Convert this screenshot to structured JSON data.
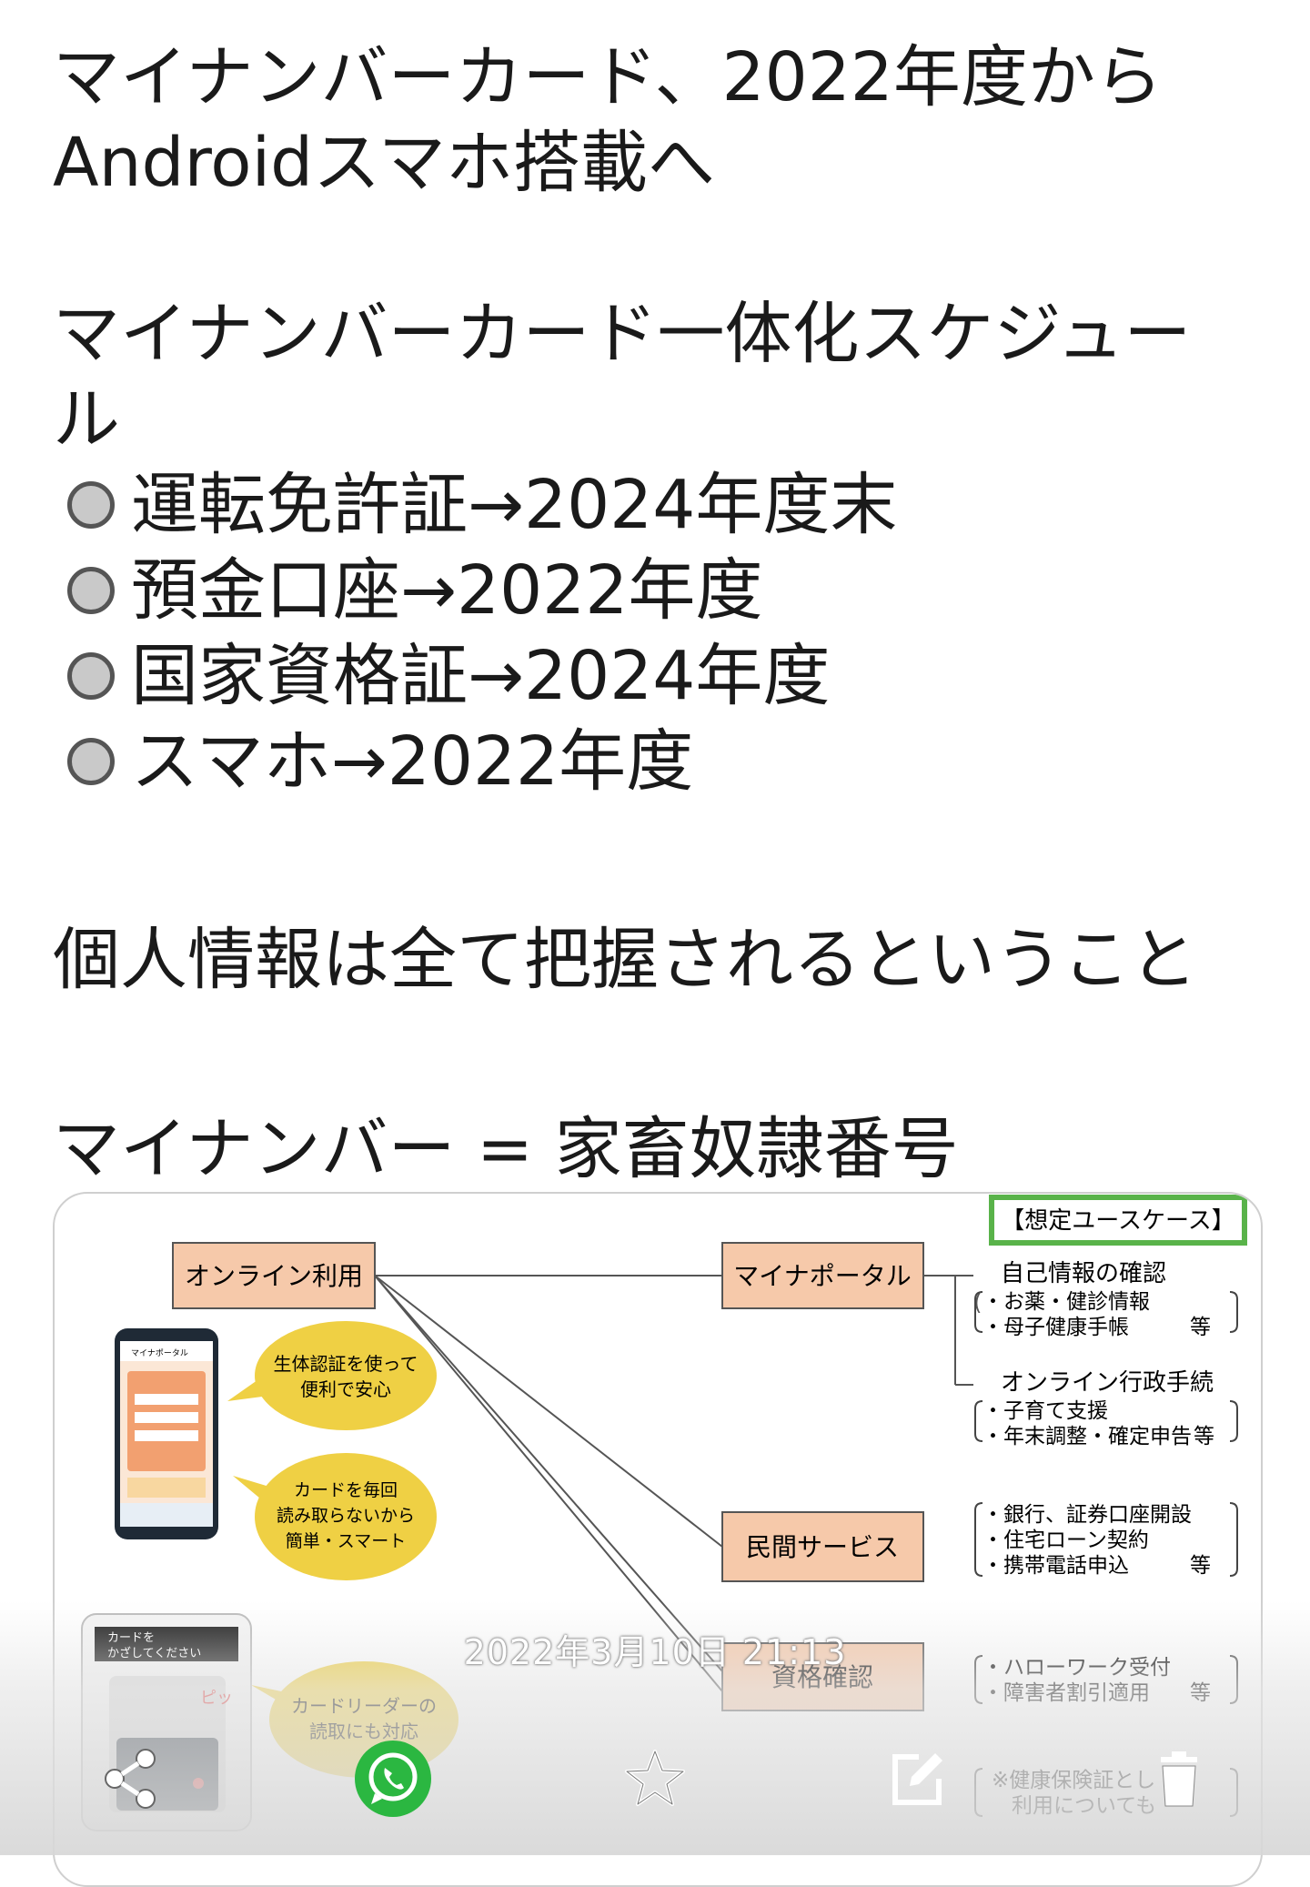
{
  "post": {
    "title_lines": [
      "マイナンバーカード、2022年度から",
      "Androidスマホ搭載へ"
    ],
    "schedule_heading_lines": [
      "マイナンバーカード一体化スケジュー",
      "ル"
    ],
    "schedule_items": [
      {
        "label": "運転免許証→2024年度末"
      },
      {
        "label": "預金口座→2022年度"
      },
      {
        "label": "国家資格証→2024年度"
      },
      {
        "label": "スマホ→2022年度"
      }
    ],
    "statement": "個人情報は全て把握されるということ",
    "conclusion": "マイナンバー = 家畜奴隷番号"
  },
  "diagram": {
    "badge": "【想定ユースケース】",
    "online_use": "オンライン利用",
    "myna_portal": "マイナポータル",
    "private_service": "民間サービス",
    "qualification": "資格確認",
    "self_info": "自己情報の確認",
    "self_info_items": [
      "・お薬・健診情報",
      "・母子健康手帳"
    ],
    "self_info_etc": "等",
    "online_admin": "オンライン行政手続",
    "online_admin_items": [
      "・子育て支援",
      "・年末調整・確定申告"
    ],
    "online_admin_etc": "等",
    "private_items": [
      "・銀行、証券口座開設",
      "・住宅ローン契約",
      "・携帯電話申込"
    ],
    "private_etc": "等",
    "qual_items": [
      "・ハローワーク受付",
      "・障害者割引適用"
    ],
    "qual_etc": "等",
    "note_lines": [
      "※健康保険証とし",
      "利用についても"
    ],
    "bubble1": [
      "生体認証を使って",
      "便利で安心"
    ],
    "bubble2": [
      "カードを毎回",
      "読み取らないから",
      "簡単・スマート"
    ],
    "bubble3": [
      "カードリーダーの",
      "読取にも対応"
    ],
    "reader_label": [
      "カードを",
      "かざしてください"
    ],
    "phone_header": "マイナポータル",
    "pi_sound": "ピッ"
  },
  "viewer": {
    "timestamp": "2022年3月10日 21:13",
    "icons": [
      "share-icon",
      "whatsapp-icon",
      "star-icon",
      "edit-icon",
      "delete-icon"
    ]
  },
  "colors": {
    "box_fill": "#f6c9aa",
    "bubble": "#efd044",
    "badge_border": "#59b34a",
    "whatsapp": "#2bb741"
  }
}
